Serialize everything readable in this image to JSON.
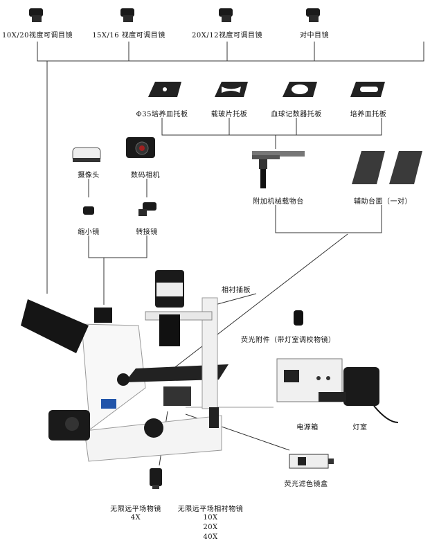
{
  "eyepieces": {
    "e1": "10X/20视度可调目镜",
    "e2": "15X/16 视度可调目镜",
    "e3": "20X/12视度可调目镜",
    "e4": "对中目镜"
  },
  "plates": {
    "p1": "Φ35培养皿托板",
    "p2": "载玻片托板",
    "p3": "血球记数器托板",
    "p4": "培养皿托板"
  },
  "stage": {
    "attach": "附加机械载物台",
    "aux": "辅助台面（一对）"
  },
  "imaging": {
    "camera_head": "摄像头",
    "digital_camera": "数码相机",
    "reducer": "缩小镜",
    "adapter": "转接镜"
  },
  "phase_slider": "相衬插板",
  "fluor": {
    "attachment": "荧光附件（带灯室调校物镜）",
    "power_box": "电源箱",
    "lamp_house": "灯室",
    "filter_box": "荧光滤色镜盒"
  },
  "objectives": {
    "plan_label": "无限远平场物镜",
    "plan_mag": "4X",
    "phase_label": "无限远平场相衬物镜",
    "phase_mags": [
      "10X",
      "20X",
      "40X"
    ]
  }
}
